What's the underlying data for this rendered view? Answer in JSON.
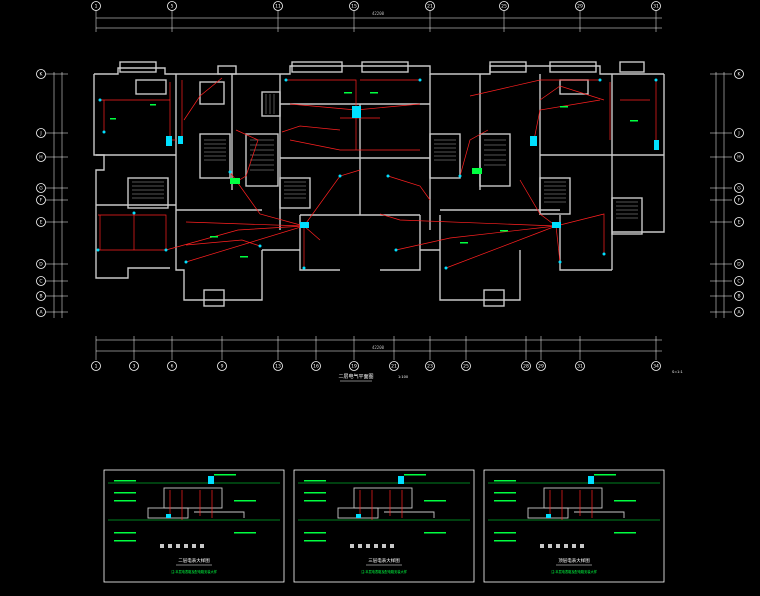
{
  "drawing": {
    "plan_title": "二层电气平面图",
    "plan_scale": "1:100",
    "side_note": "S=1:1",
    "total_dim_top": "42200",
    "total_dim_bottom": "42200"
  },
  "axes_top": [
    "1",
    "5",
    "11",
    "15",
    "21",
    "25",
    "29",
    "31"
  ],
  "axes_bottom": [
    "1",
    "3",
    "6",
    "9",
    "13",
    "16",
    "19",
    "21",
    "23",
    "25",
    "28",
    "29",
    "31",
    "34"
  ],
  "axes_side": [
    "K",
    "J",
    "H",
    "G",
    "F",
    "E",
    "D",
    "C",
    "B",
    "A"
  ],
  "colors": {
    "background": "#000000",
    "walls": "#c8c8c8",
    "wiring": "#ff2020",
    "fixtures": "#00e0ff",
    "labels": "#00ff40",
    "axis_lines": "#ffffff"
  },
  "details": [
    {
      "title": "二层电表大样图",
      "note": "注:本层电表箱及配电箱安装大样"
    },
    {
      "title": "三层电表大样图",
      "note": "注:本层电表箱及配电箱安装大样"
    },
    {
      "title": "顶层电表大样图",
      "note": "注:本层电表箱及配电箱安装大样"
    }
  ]
}
